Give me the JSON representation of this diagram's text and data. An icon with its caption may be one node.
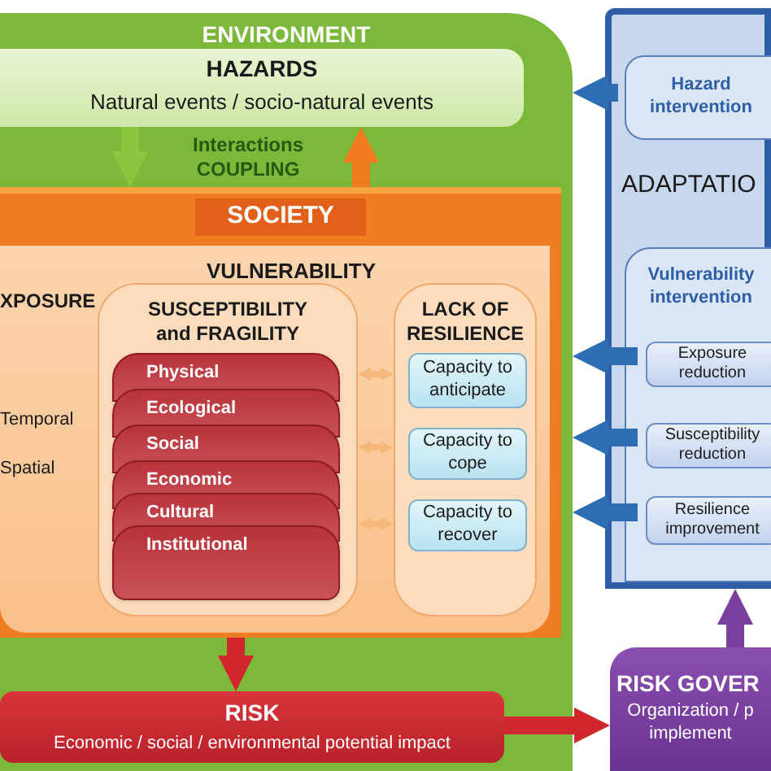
{
  "diagram": {
    "nodes": [
      {
        "text": [
          "ENVIRONMENT"
        ]
      },
      {
        "text": [
          "HAZARDS",
          "Natural events / socio-natural events"
        ],
        "in": 0
      },
      {
        "text": [
          "SOCIETY"
        ],
        "in": 0
      },
      {
        "text": [
          "VULNERABILITY"
        ],
        "in": 2
      },
      {
        "text": [
          "SUSCEPTIBILITY and FRAGILITY"
        ],
        "in": 3
      },
      {
        "text": [
          "Physical"
        ],
        "in": 4
      },
      {
        "text": [
          "Ecological"
        ],
        "in": 4
      },
      {
        "text": [
          "Social"
        ],
        "in": 4
      },
      {
        "text": [
          "Economic"
        ],
        "in": 4
      },
      {
        "text": [
          "Cultural"
        ],
        "in": 4
      },
      {
        "text": [
          "Institutional"
        ],
        "in": 4
      },
      {
        "text": [
          "LACK OF RESILIENCE"
        ],
        "in": 3
      },
      {
        "text": [
          "Capacity to anticipate"
        ],
        "in": 11
      },
      {
        "text": [
          "Capacity to cope"
        ],
        "in": 11
      },
      {
        "text": [
          "Capacity to recover"
        ],
        "in": 11
      },
      {
        "text": [
          "RISK",
          "Economic / social / environmental potential impact"
        ],
        "in": 0
      },
      {
        "text": [
          "ADAPTATIO"
        ]
      },
      {
        "text": [
          "Hazard intervention"
        ],
        "in": 16
      },
      {
        "text": [
          "Vulnerability intervention"
        ],
        "in": 16
      },
      {
        "text": [
          "Exposure reduction"
        ],
        "in": 18
      },
      {
        "text": [
          "Susceptibility reduction"
        ],
        "in": 18
      },
      {
        "text": [
          "Resilience improvement"
        ],
        "in": 18
      },
      {
        "text": [
          "RISK GOVER",
          "Organization / p implement"
        ]
      }
    ],
    "edges": [
      {
        "from": 1,
        "to": 2,
        "arrow": "to",
        "color": "#8cc63e"
      },
      {
        "from": 2,
        "to": 1,
        "arrow": "to",
        "color": "#f07c1e"
      },
      {
        "from": 4,
        "to": 11,
        "arrow": "both",
        "color": "#f5b77a"
      },
      {
        "from": 4,
        "to": 11,
        "arrow": "both",
        "color": "#f5b77a"
      },
      {
        "from": 4,
        "to": 11,
        "arrow": "both",
        "color": "#f5b77a"
      },
      {
        "from": 2,
        "to": 15,
        "arrow": "to",
        "color": "#d0262c"
      },
      {
        "from": 15,
        "to": 22,
        "arrow": "to",
        "color": "#d0262c"
      },
      {
        "from": 17,
        "to": 0,
        "arrow": "to",
        "color": "#2e6db4"
      },
      {
        "from": 19,
        "to": 0,
        "arrow": "to",
        "color": "#2e6db4"
      },
      {
        "from": 20,
        "to": 0,
        "arrow": "to",
        "color": "#2e6db4"
      },
      {
        "from": 21,
        "to": 0,
        "arrow": "to",
        "color": "#2e6db4"
      },
      {
        "from": 22,
        "to": 16,
        "arrow": "to",
        "color": "#7b3f9e"
      }
    ],
    "labels": [
      "Interactions COUPLING",
      "XPOSURE",
      "Temporal",
      "Spatial"
    ]
  }
}
